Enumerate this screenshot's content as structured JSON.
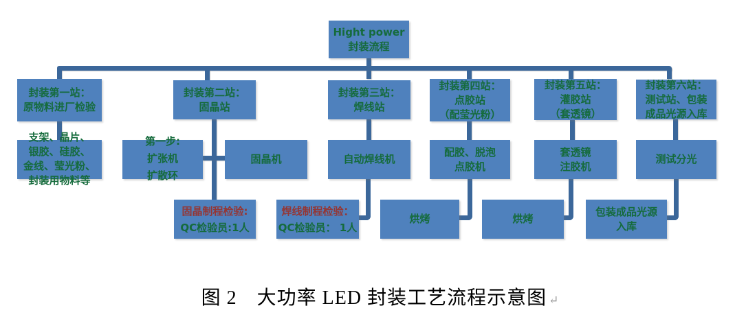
{
  "colors": {
    "box_fill": "#4f81bd",
    "connector": "#3b679a",
    "text_green": "#156b3c",
    "text_dark_red": "#943634",
    "caption_black": "#000000"
  },
  "boxes": {
    "root": {
      "lines": [
        "Hight power",
        "封装流程"
      ]
    },
    "s1": {
      "lines": [
        "封装第一站：",
        "原物料进厂检验"
      ]
    },
    "s2": {
      "lines": [
        "封装第二站：",
        "固晶站"
      ]
    },
    "s3": {
      "lines": [
        "封装第三站：",
        "焊线站"
      ]
    },
    "s4": {
      "lines": [
        "封装第四站：",
        "点胶站",
        "（配莹光粉）"
      ]
    },
    "s5": {
      "lines": [
        "封装第五站：",
        "灌胶站",
        "（套透镜）"
      ]
    },
    "s6": {
      "lines": [
        "封装第六站：",
        "测试站、包装",
        "成品光源入库"
      ]
    },
    "materials": {
      "lines": [
        "支架、晶片、",
        "银胶、硅胶、",
        "金线、莹光粉、",
        "封装用物料等"
      ]
    },
    "step1": {
      "lines": [
        "第一步:",
        "扩张机",
        "扩散环"
      ]
    },
    "die_bonder": {
      "lines": [
        "固晶机"
      ]
    },
    "wire_bonder": {
      "lines": [
        "自动焊线机"
      ]
    },
    "dispenser": {
      "lines": [
        "配胶、脱泡",
        "点胶机"
      ]
    },
    "lens_injector": {
      "lines": [
        "套透镜",
        "注胶机"
      ]
    },
    "test_sorting": {
      "lines": [
        "测试分光"
      ]
    },
    "die_bond_qc": {
      "lines": [
        "固晶制程检验:",
        "QC检验员:1人"
      ]
    },
    "wire_bond_qc": {
      "lines": [
        "焊线制程检验：",
        "QC检验员： 1人"
      ]
    },
    "bake1": {
      "lines": [
        "烘烤"
      ]
    },
    "bake2": {
      "lines": [
        "烘烤"
      ]
    },
    "warehouse": {
      "lines": [
        "包装成品光源",
        "入库"
      ]
    }
  },
  "caption": {
    "text": "图 2　大功率 LED 封装工艺流程示意图",
    "mark": "↵"
  }
}
